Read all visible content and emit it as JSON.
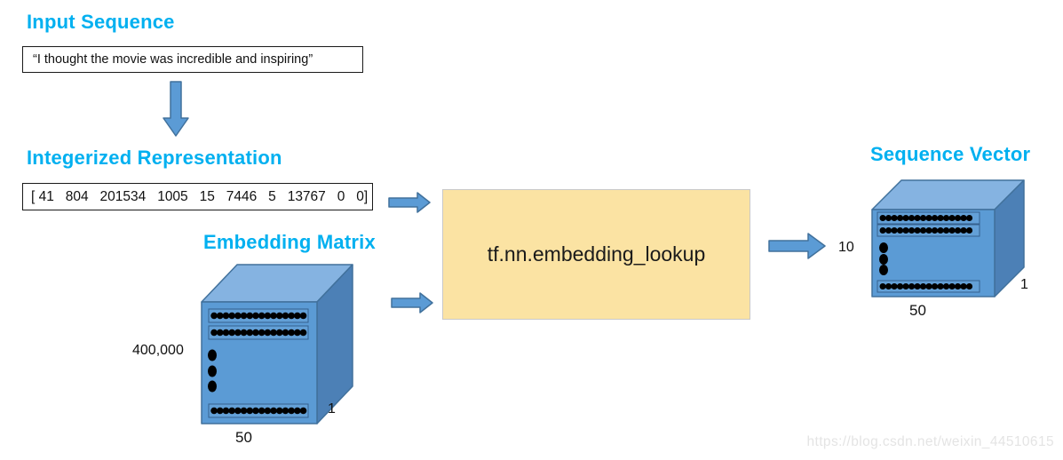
{
  "colors": {
    "accent_title": "#00B0F0",
    "shape_fill": "#5B9BD5",
    "shape_stroke": "#41719C",
    "cube_top_fill": "#85B3E1",
    "cube_side_fill": "#4C80B6",
    "lookup_fill": "#FBE3A3",
    "lookup_border": "#C9C9C9",
    "dot_color": "#000000"
  },
  "input_sequence": {
    "title": "Input Sequence",
    "value": "“I thought the movie was incredible and inspiring”"
  },
  "integerized": {
    "title": "Integerized Representation",
    "value": "[ 41   804   201534   1005   15   7446   5   13767   0   0]"
  },
  "embedding_matrix": {
    "title": "Embedding Matrix",
    "height_label": "400,000",
    "width_label": "50",
    "depth_label": "1"
  },
  "lookup_box": {
    "label": "tf.nn.embedding_lookup"
  },
  "sequence_vector": {
    "title": "Sequence Vector",
    "height_label": "10",
    "width_label": "50",
    "depth_label": "1"
  },
  "watermark": {
    "text": "https://blog.csdn.net/weixin_44510615"
  }
}
